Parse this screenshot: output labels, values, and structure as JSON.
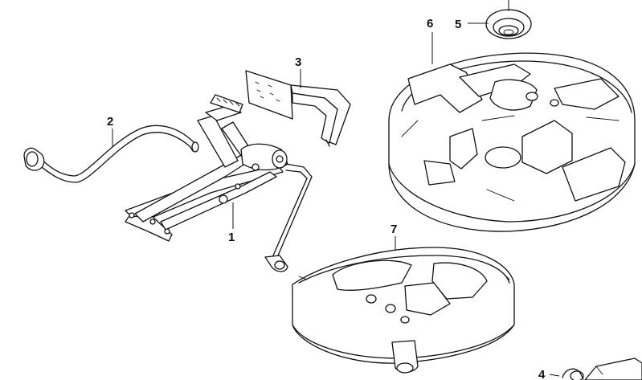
{
  "parts": [
    {
      "key": "jack",
      "callout": "1"
    },
    {
      "key": "crank-handle",
      "callout": "2"
    },
    {
      "key": "jack-bracket",
      "callout": "3"
    },
    {
      "key": "tool-set",
      "callout": "4"
    },
    {
      "key": "grommet",
      "callout": "5"
    },
    {
      "key": "spare-wheel-tray-upper",
      "callout": "6"
    },
    {
      "key": "spare-wheel-tray-lower",
      "callout": "7"
    }
  ]
}
